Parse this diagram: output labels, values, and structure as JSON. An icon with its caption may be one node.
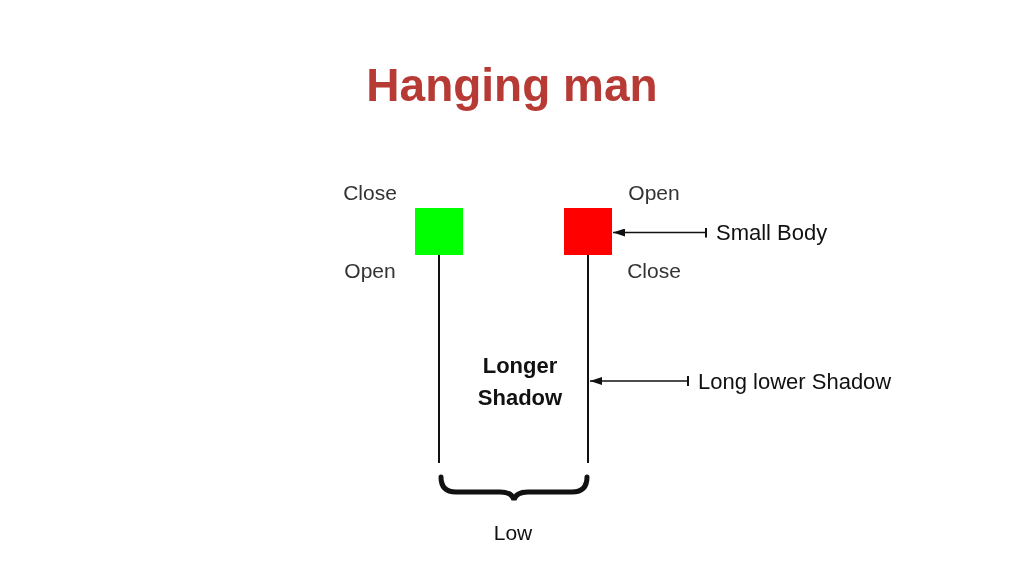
{
  "diagram": {
    "title": "Hanging man",
    "nodes": [
      {
        "text": [],
        "shape": "box",
        "beside": [
          "Close",
          "Open"
        ]
      },
      {
        "text": [],
        "shape": "box",
        "beside": [
          "Open",
          "Close"
        ]
      },
      {
        "text": [
          "Small Body"
        ]
      },
      {
        "text": [
          "Long lower Shadow"
        ]
      },
      {
        "text": [],
        "shape": "bar"
      },
      {
        "text": [],
        "shape": "bar"
      }
    ],
    "edges": [
      {
        "from": 2,
        "to": 1,
        "arrow": "to"
      },
      {
        "from": 3,
        "to": 5,
        "arrow": "to"
      }
    ],
    "labels": [
      "Longer Shadow",
      "Low"
    ]
  }
}
